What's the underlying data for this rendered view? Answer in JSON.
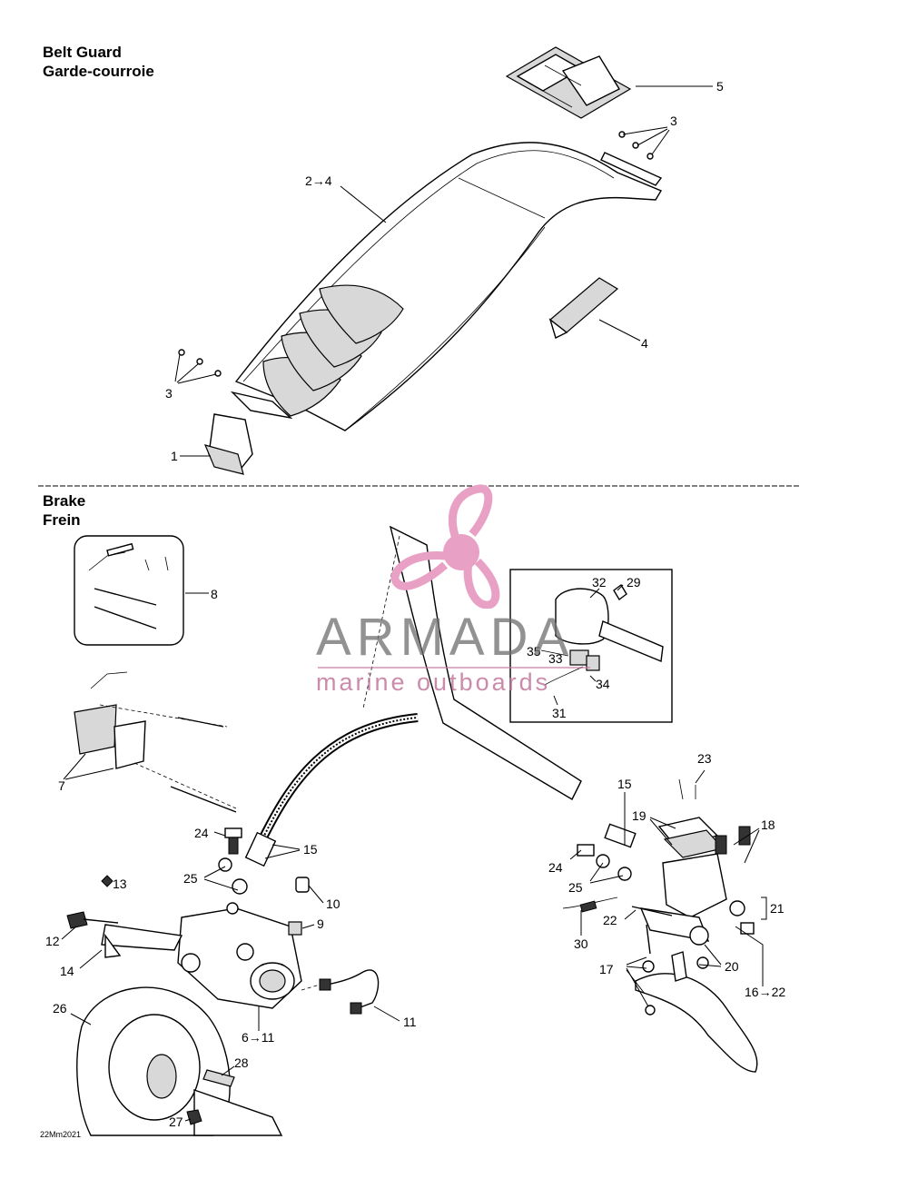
{
  "sections": {
    "belt_guard": {
      "title_en": "Belt Guard",
      "title_fr": "Garde-courroie"
    },
    "brake": {
      "title_en": "Brake",
      "title_fr": "Frein"
    }
  },
  "callouts": {
    "belt_1": "1",
    "belt_2_4": "2→4",
    "belt_3_top": "3",
    "belt_3_left": "3",
    "belt_4": "4",
    "belt_5": "5",
    "brake_6_11": "6→11",
    "brake_7": "7",
    "brake_8": "8",
    "brake_9": "9",
    "brake_10": "10",
    "brake_11": "11",
    "brake_12": "12",
    "brake_13": "13",
    "brake_14": "14",
    "brake_15_left": "15",
    "brake_15_right": "15",
    "brake_16_22": "16→22",
    "brake_17": "17",
    "brake_18": "18",
    "brake_19": "19",
    "brake_20": "20",
    "brake_21": "21",
    "brake_22": "22",
    "brake_23": "23",
    "brake_24_left": "24",
    "brake_24_right": "24",
    "brake_25_left": "25",
    "brake_25_right": "25",
    "brake_26": "26",
    "brake_27": "27",
    "brake_28": "28",
    "brake_29": "29",
    "brake_30": "30",
    "brake_31": "31",
    "brake_32": "32",
    "brake_33": "33",
    "brake_34": "34",
    "brake_35": "35"
  },
  "watermark": {
    "name": "ARMADA",
    "tagline": "marine outboards",
    "logo_icon": "propeller-icon",
    "color_pink": "#e8a0c4",
    "color_grey": "#6e6e6e"
  },
  "drawing_code": "22Mm2021"
}
